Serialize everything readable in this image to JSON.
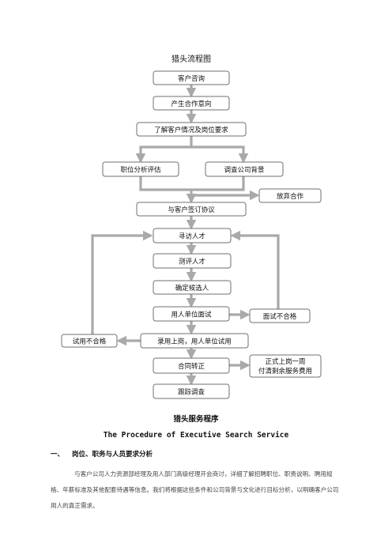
{
  "chart_title": "猎头流程图",
  "nodes": {
    "consult": "客户咨询",
    "intent": "产生合作意向",
    "understand": "了解客户情况及岗位要求",
    "analysis": "职位分析评估",
    "survey": "调查公司背景",
    "abandon": "放弃合作",
    "sign": "与客户签订协议",
    "search": "寻访人才",
    "evaluate": "测评人才",
    "shortlist": "确定候选人",
    "interview": "用人单位面试",
    "interview_fail": "面试不合格",
    "trial_fail": "试用不合格",
    "hire": "录用上岗，用人单位试用",
    "contract": "合同转正",
    "payment_line1": "正式上岗一周",
    "payment_line2": "付清剩余服务费用",
    "followup": "跟踪调查"
  },
  "document": {
    "title": "猎头服务程序",
    "subtitle": "The Procedure of Executive Search Service",
    "section1_number": "一、",
    "section1_heading": "岗位、职务与人员要求分析",
    "section1_body": "与客户公司人力资源部经理及用人部门高级经理开会商讨，详细了解招聘职位、职责说明、聘用规格、年薪标准及其他配套待遇等信息。我们将根据这些条件和公司背景与文化进行目标分析，以明确客户公司用人的真正需求。"
  }
}
